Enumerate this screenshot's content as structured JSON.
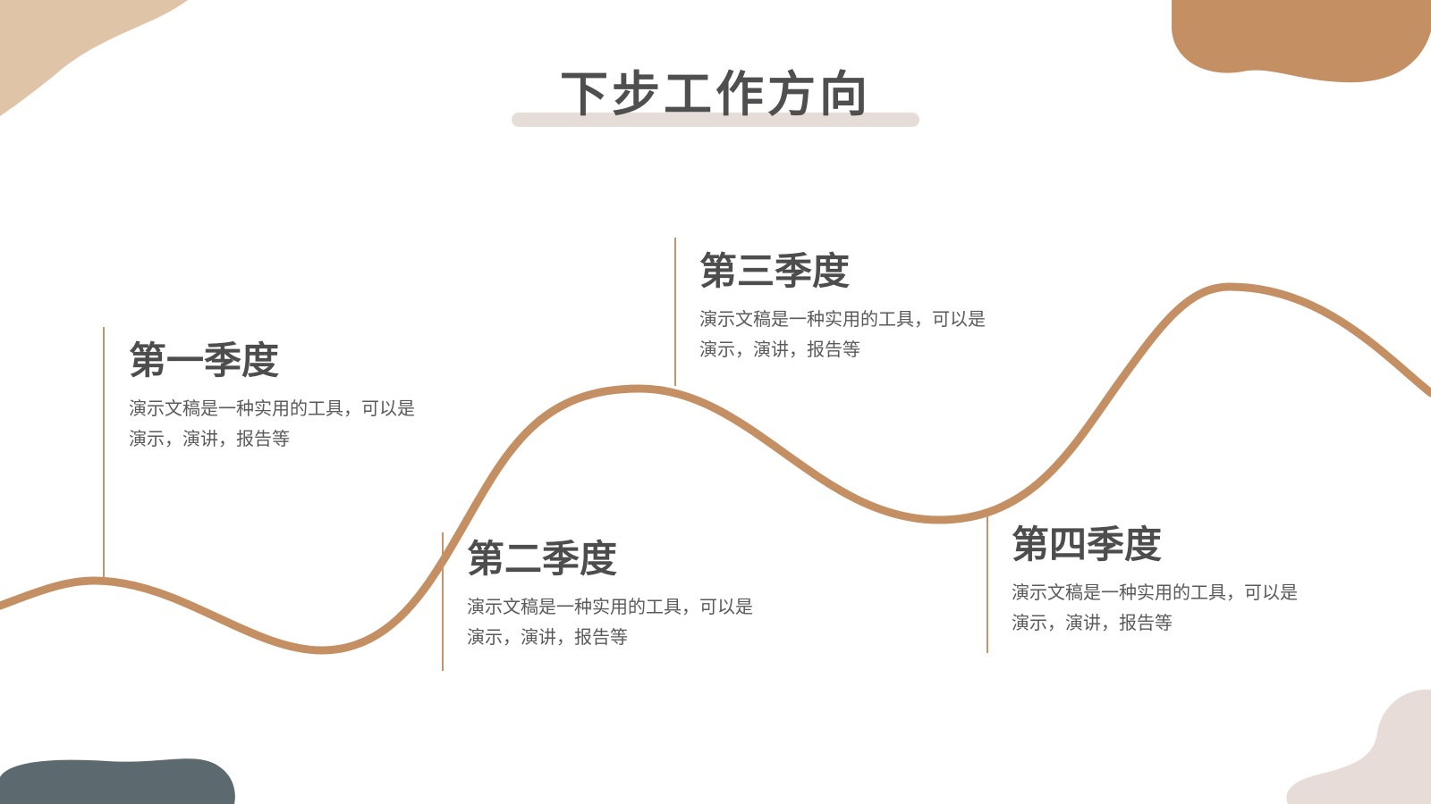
{
  "title": "下步工作方向",
  "colors": {
    "curve": "#c48f63",
    "title_text": "#4f4f4f",
    "title_underline": "#e6dcd8",
    "blob_tan_light": "#dfc4a7",
    "blob_tan": "#c48f63",
    "blob_slate": "#5c6a70",
    "blob_pink": "#e8dcd9"
  },
  "quarters": [
    {
      "title": "第一季度",
      "line1": "演示文稿是一种实用的工具，可以是",
      "line2": "演示，演讲，报告等"
    },
    {
      "title": "第二季度",
      "line1": "演示文稿是一种实用的工具，可以是",
      "line2": "演示，演讲，报告等"
    },
    {
      "title": "第三季度",
      "line1": "演示文稿是一种实用的工具，可以是",
      "line2": "演示，演讲，报告等"
    },
    {
      "title": "第四季度",
      "line1": "演示文稿是一种实用的工具，可以是",
      "line2": "演示，演讲，报告等"
    }
  ]
}
